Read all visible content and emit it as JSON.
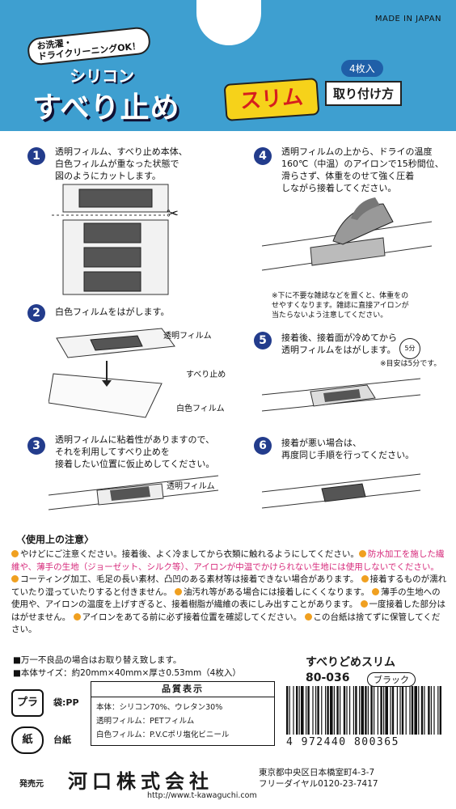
{
  "header": {
    "made_in": "MADE IN JAPAN",
    "bubble": "お洗濯・\nドライクリーニングOK！",
    "title_line1": "シリコン",
    "title_line2": "すべり止め",
    "slim": "スリム",
    "count": "4枚入",
    "how_to_attach": "取り付け方",
    "accent": "#3e9fd0"
  },
  "steps": [
    {
      "num": "1",
      "text": "透明フィルム、すべり止め本体、\n白色フィルムが重なった状態で\n図のようにカットします。"
    },
    {
      "num": "2",
      "text": "白色フィルムをはがします。",
      "labels": [
        "透明フィルム",
        "すべり止め",
        "白色フィルム"
      ]
    },
    {
      "num": "3",
      "text": "透明フィルムに粘着性がありますので、\nそれを利用してすべり止めを\n接着したい位置に仮止めしてください。",
      "labels": [
        "透明フィルム"
      ]
    },
    {
      "num": "4",
      "text": "透明フィルムの上から、ドライの温度\n160℃（中温）のアイロンで15秒間位、\n滑らさず、体重をのせて強く圧着\nしながら接着してください。",
      "note": "※下に不要な雑誌などを置くと、体重をの\nせやすくなります。雑誌に直接アイロンが\n当たらないよう注意してください。"
    },
    {
      "num": "5",
      "text": "接着後、接着面が冷めてから\n透明フィルムをはがします。",
      "note": "※目安は5分です。",
      "timer": "5分"
    },
    {
      "num": "6",
      "text": "接着が悪い場合は、\n再度同じ手順を行ってください。"
    }
  ],
  "notes": {
    "title": "〈使用上の注意〉",
    "p1": "やけどにご注意ください。接着後、よく冷ましてから衣類に触れるようにしてください。",
    "p1_pink": "防水加工を施した繊維や、薄手の生地（ジョーゼット、シルク等）、アイロンが中温でかけられない生地には使用しないでください。",
    "p2": "コーティング加工、毛足の長い素材、凸凹のある素材等は接着できない場合があります。",
    "p3": "接着するものが濡れていたり湿っていたりすると付きません。",
    "p4": "油汚れ等がある場合には接着しにくくなります。",
    "p5": "薄手の生地への使用や、アイロンの温度を上げすぎると、接着樹脂が繊維の表にしみ出すことがあります。",
    "p6": "一度接着した部分ははがせません。",
    "p7": "アイロンをあてる前に必ず接着位置を確認してください。",
    "p8": "この台紙は捨てずに保管してください。",
    "b1": "■万一不良品の場合はお取り替え致します。",
    "b2": "■本体サイズ：約20mm×40mm×厚さ0.53mm（4枚入）"
  },
  "product": {
    "name": "すべりどめスリム",
    "code": "80-036",
    "color": "ブラック"
  },
  "recycle": [
    {
      "mark": "プラ",
      "label": "袋:PP"
    },
    {
      "mark": "紙",
      "label": "台紙"
    }
  ],
  "quality": {
    "title": "品質表示",
    "rows": [
      "本体：シリコン70%、ウレタン30%",
      "透明フィルム：PETフィルム",
      "白色フィルム：P.V.Cポリ塩化ビニール"
    ]
  },
  "barcode": "4 972440 800365",
  "company": {
    "seller_label": "発売元",
    "name": "河口株式会社",
    "address": "東京都中央区日本橋室町4-3-7\nフリーダイヤル0120-23-7417",
    "url": "http://www.t-kawaguchi.com"
  }
}
